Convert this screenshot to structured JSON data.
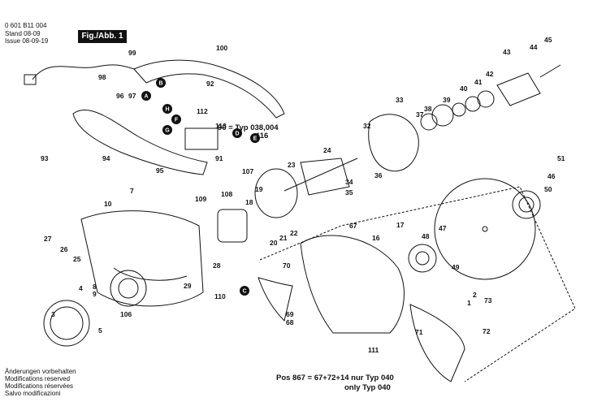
{
  "header": {
    "line1": "0 601 B11 004",
    "line2": "Stand 08-09",
    "line3": "Issue 08-09-19",
    "fig_label": "Fig./Abb. 1"
  },
  "notes": {
    "typ_note": "90 = Typ 038,004",
    "typ_note_116": "116",
    "pos_note": "Pos 867 = 67+72+14 nur Typ 040",
    "pos_note2": "only Typ 040"
  },
  "footer": {
    "de": "Änderungen vorbehalten",
    "en": "Modifications reserved",
    "fr": "Modifications réservées",
    "it": "Salvo modificazioni"
  },
  "labels": [
    "100",
    "99",
    "98",
    "96",
    "97",
    "92",
    "93",
    "94",
    "95",
    "91",
    "112",
    "113",
    "107",
    "108",
    "109",
    "110",
    "111",
    "10",
    "7",
    "27",
    "26",
    "25",
    "8",
    "9",
    "4",
    "3",
    "5",
    "106",
    "28",
    "29",
    "23",
    "24",
    "19",
    "18",
    "20",
    "21",
    "22",
    "32",
    "33",
    "37",
    "38",
    "39",
    "40",
    "41",
    "42",
    "43",
    "44",
    "45",
    "34",
    "35",
    "36",
    "46",
    "47",
    "48",
    "49",
    "50",
    "51",
    "16",
    "17",
    "2",
    "1",
    "67",
    "70",
    "69",
    "68",
    "71",
    "72",
    "73"
  ],
  "tags": [
    "A",
    "B",
    "E",
    "F",
    "G",
    "H",
    "D",
    "C"
  ],
  "colors": {
    "ink": "#111111",
    "paper": "#ffffff"
  }
}
